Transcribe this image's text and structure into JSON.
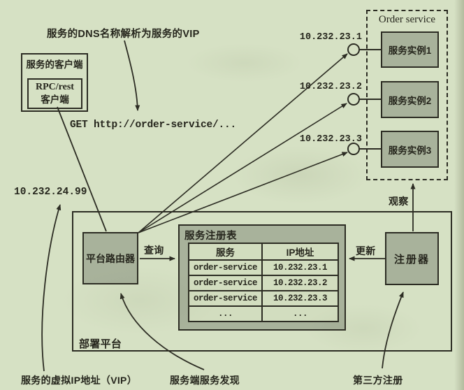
{
  "colors": {
    "page_bg": "#d6e1c4",
    "ink": "#2c2c23",
    "box_fill": "#a8b29b",
    "cell_fill": "#d2ddbf"
  },
  "labels": {
    "dns_note": "服务的DNS名称解析为服务的VIP",
    "get_request": "GET http://order-service/...",
    "vip_ip": "10.232.24.99",
    "query": "查询",
    "update": "更新",
    "observe": "观察",
    "platform": "部署平台",
    "vip_note": "服务的虚拟IP地址（VIP）",
    "discovery_note": "服务端服务发现",
    "thirdparty_note": "第三方注册"
  },
  "client": {
    "title": "服务的客户端",
    "inner_line1": "RPC/rest",
    "inner_line2": "客户端"
  },
  "router": {
    "label": "平台路由器"
  },
  "registrar": {
    "label": "注册器"
  },
  "order_service": {
    "title": "Order service",
    "instances": [
      {
        "label": "服务实例1",
        "ip": "10.232.23.1"
      },
      {
        "label": "服务实例2",
        "ip": "10.232.23.2"
      },
      {
        "label": "服务实例3",
        "ip": "10.232.23.3"
      }
    ]
  },
  "registry": {
    "title": "服务注册表",
    "columns": [
      "服务",
      "IP地址"
    ],
    "rows": [
      [
        "order-service",
        "10.232.23.1"
      ],
      [
        "order-service",
        "10.232.23.2"
      ],
      [
        "order-service",
        "10.232.23.3"
      ],
      [
        "...",
        "..."
      ]
    ]
  }
}
